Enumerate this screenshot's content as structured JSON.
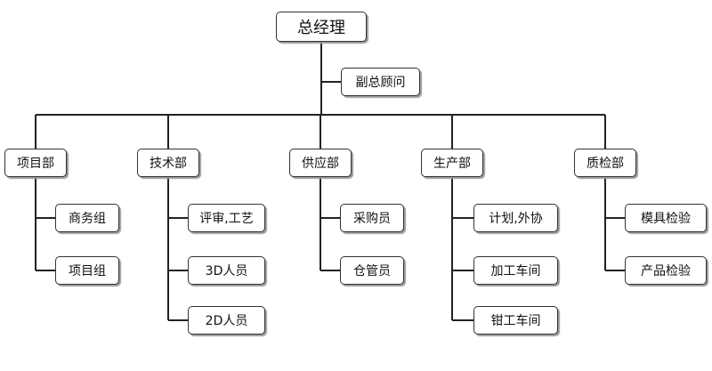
{
  "root": {
    "label": "总经理"
  },
  "advisor": {
    "label": "副总顾问"
  },
  "departments": [
    {
      "label": "项目部",
      "children": [
        "商务组",
        "项目组"
      ]
    },
    {
      "label": "技术部",
      "children": [
        "评审,工艺",
        "3D人员",
        "2D人员"
      ]
    },
    {
      "label": "供应部",
      "children": [
        "采购员",
        "仓管员"
      ]
    },
    {
      "label": "生产部",
      "children": [
        "计划,外协",
        "加工车间",
        "钳工车间"
      ]
    },
    {
      "label": "质检部",
      "children": [
        "模具检验",
        "产品检验"
      ]
    }
  ]
}
